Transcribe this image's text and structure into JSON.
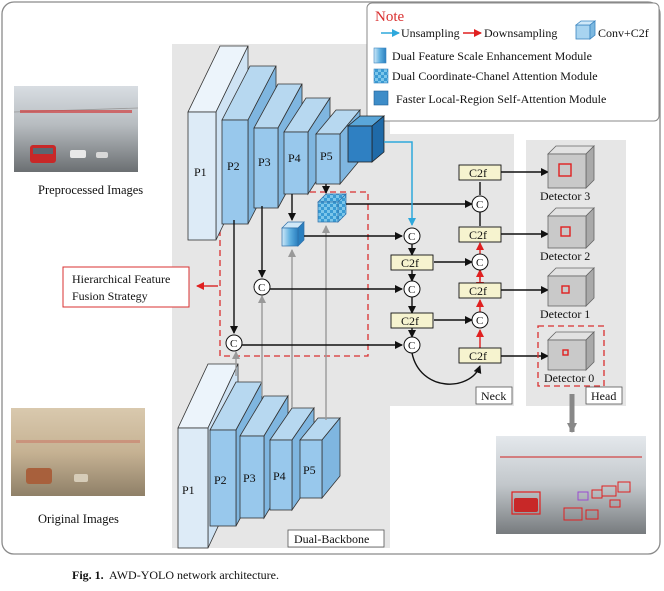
{
  "legend": {
    "title": "Note",
    "upsampling": "Unsampling",
    "downsampling": "Downsampling",
    "conv_c2f": "Conv+C2f",
    "dfse": "Dual Feature Scale Enhancement Module",
    "dcca": "Dual Coordinate-Chanel Attention Module",
    "flrsa": "Faster Local-Region Self-Attention Module"
  },
  "left": {
    "preprocessed": "Preprocessed Images",
    "original": "Original Images",
    "hffs_line1": "Hierarchical Feature",
    "hffs_line2": "Fusion Strategy"
  },
  "backbone_top": [
    "P1",
    "P2",
    "P3",
    "P4",
    "P5"
  ],
  "backbone_bottom": [
    "P1",
    "P2",
    "P3",
    "P4",
    "P5"
  ],
  "concat": "C",
  "c2f": "C2f",
  "sections": {
    "neck": "Neck",
    "head": "Head",
    "dual_backbone": "Dual-Backbone"
  },
  "detectors": [
    "Detector 3",
    "Detector 2",
    "Detector 1",
    "Detector 0"
  ],
  "caption": {
    "label": "Fig. 1.",
    "text": "AWD-YOLO network architecture."
  },
  "colors": {
    "upsample": "#2ea8dc",
    "downsample": "#e02020",
    "highlight": "#d93030",
    "c2f_fill": "#f6f3cf",
    "panel": "#e6e6e6"
  }
}
